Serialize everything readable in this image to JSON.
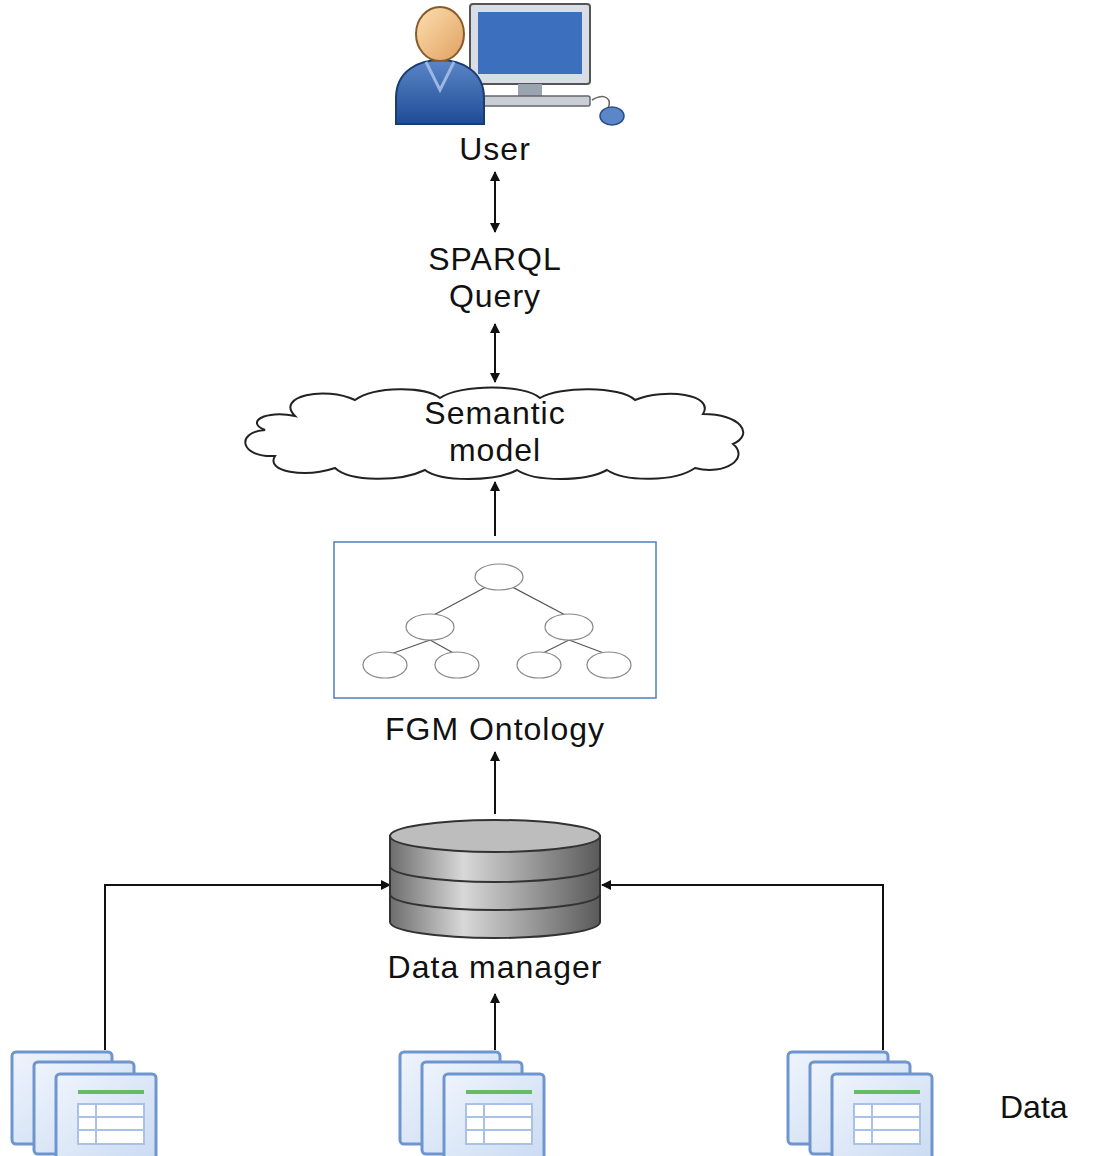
{
  "diagram": {
    "nodes": [
      {
        "text": [
          "User"
        ]
      },
      {
        "text": [
          "SPARQL Query"
        ]
      },
      {
        "text": [
          "Semantic model"
        ]
      },
      {
        "text": [
          "FGM Ontology"
        ]
      },
      {
        "text": [
          "Data manager"
        ]
      }
    ],
    "edges": [
      {
        "from": 0,
        "to": 1,
        "arrow": "both"
      },
      {
        "from": 1,
        "to": 2,
        "arrow": "both"
      },
      {
        "from": 3,
        "to": 2,
        "arrow": "to"
      },
      {
        "from": 4,
        "to": 3,
        "arrow": "to"
      }
    ],
    "labels": [
      "Data"
    ]
  }
}
